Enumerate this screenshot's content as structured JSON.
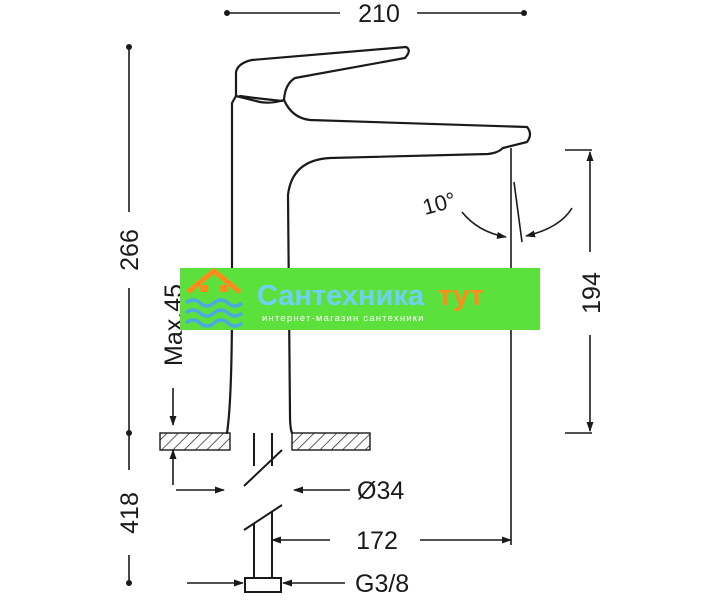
{
  "dimensions": {
    "total_width": "210",
    "total_height": "266",
    "spout_height": "194",
    "max_deck": "Max.45",
    "hole_diameter": "Ø34",
    "spout_reach": "172",
    "hose_length": "418",
    "connection": "G3/8",
    "handle_angle": "10°"
  },
  "watermark": {
    "title_main": "Сантехника",
    "title_accent": "тут",
    "subtitle": "интернет-магазин сантехники",
    "logo_icon": "house-waves-icon"
  },
  "colors": {
    "watermark_bg": "#5ce13c",
    "watermark_title": "#6fd0f6",
    "watermark_accent": "#ff8c1a",
    "logo_orange": "#ff8c1a",
    "logo_blue": "#4ea9de",
    "line": "#1a1a1a"
  }
}
